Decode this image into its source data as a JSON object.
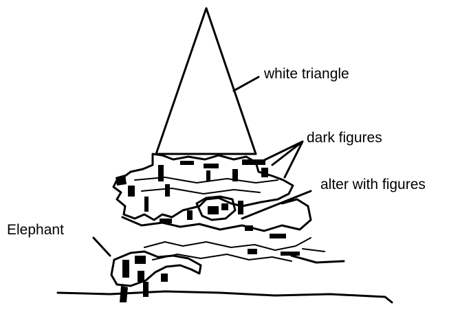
{
  "labels": {
    "triangle": "white triangle",
    "dark": "dark figures",
    "alter": "alter with figures",
    "elephant": "Elephant"
  },
  "colors": {
    "ink": "#000000",
    "background": "#ffffff"
  }
}
